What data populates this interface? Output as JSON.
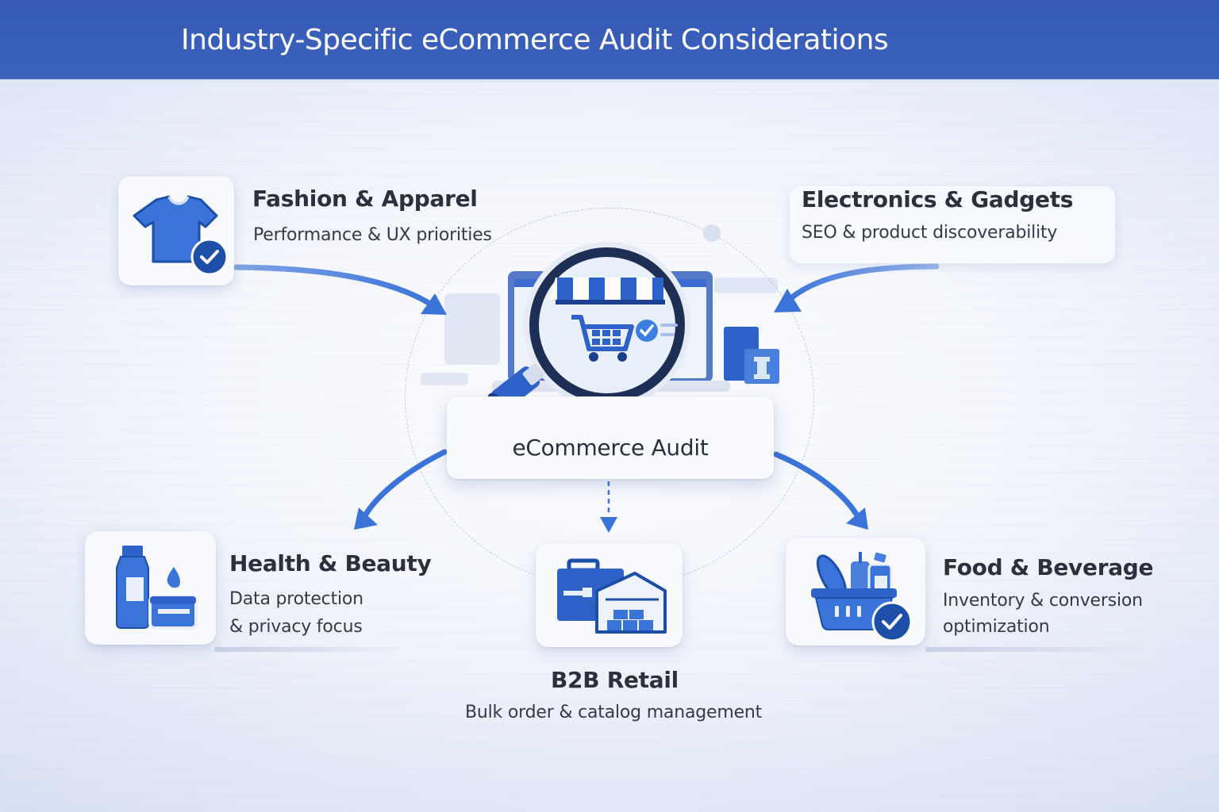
{
  "header": {
    "title": "Industry-Specific eCommerce Audit Considerations",
    "background_color": "#3a5fba"
  },
  "center": {
    "label": "eCommerce Audit",
    "icon": "magnifier-over-storefront-laptop-icon"
  },
  "colors": {
    "accent": "#2f62c9",
    "accent_dark": "#1d3f8f",
    "icon_blue": "#3b74d8",
    "text_dark": "#2b303c",
    "card_bg": "#f7f9fd"
  },
  "industries": [
    {
      "id": "fashion",
      "title": "Fashion & Apparel",
      "subtitle": "Performance & UX priorities",
      "icon": "tshirt-check-icon",
      "arrow": "into-center"
    },
    {
      "id": "electronics",
      "title": "Electronics & Gadgets",
      "subtitle": "SEO & product discoverability",
      "icon": "none",
      "arrow": "into-center"
    },
    {
      "id": "health",
      "title": "Health & Beauty",
      "subtitle_lines": [
        "Data protection",
        "& privacy focus"
      ],
      "icon": "bottle-jar-icon",
      "arrow": "out-of-center"
    },
    {
      "id": "b2b",
      "title": "B2B Retail",
      "subtitle": "Bulk order & catalog management",
      "icon": "briefcase-warehouse-icon",
      "arrow": "out-of-center-dashed"
    },
    {
      "id": "food",
      "title": "Food & Beverage",
      "subtitle_lines": [
        "Inventory & conversion",
        "optimization"
      ],
      "icon": "grocery-basket-check-icon",
      "arrow": "out-of-center"
    }
  ]
}
